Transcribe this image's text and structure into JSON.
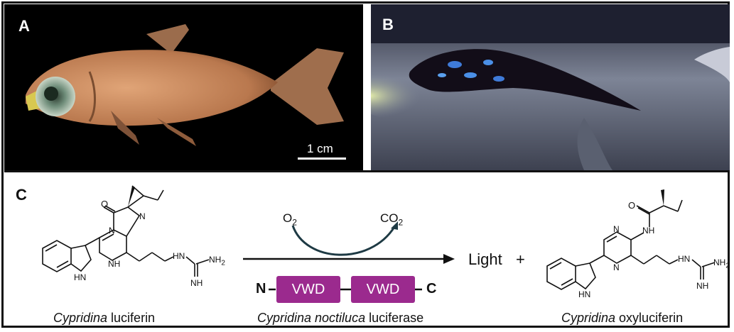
{
  "panels": {
    "a": "A",
    "b": "B",
    "c": "C"
  },
  "scale_bar": "1 cm",
  "reaction": {
    "substrate_caption_italic": "Cypridina",
    "substrate_caption_rest": " luciferin",
    "enzyme_caption_italic": "Cypridina noctiluca",
    "enzyme_caption_rest": " luciferase",
    "product_caption_italic": "Cypridina",
    "product_caption_rest": " oxyluciferin",
    "light": "Light",
    "plus": "+",
    "o2": "O",
    "o2_sub": "2",
    "co2": "CO",
    "co2_sub": "2"
  },
  "protein": {
    "n_term": "N",
    "c_term": "C",
    "domains": [
      "VWD",
      "VWD"
    ],
    "domain_color": "#9b2a8e"
  },
  "atoms": {
    "o": "O",
    "n": "N",
    "nh": "NH",
    "nh2": "NH",
    "nh2_sub": "2",
    "h": "H",
    "hn": "N",
    "hn_h": "H",
    "h_upper": "H"
  },
  "colors": {
    "frame": "#111111",
    "arrow_curve": "#1e3a44",
    "fish_body": "#c98d5f"
  }
}
